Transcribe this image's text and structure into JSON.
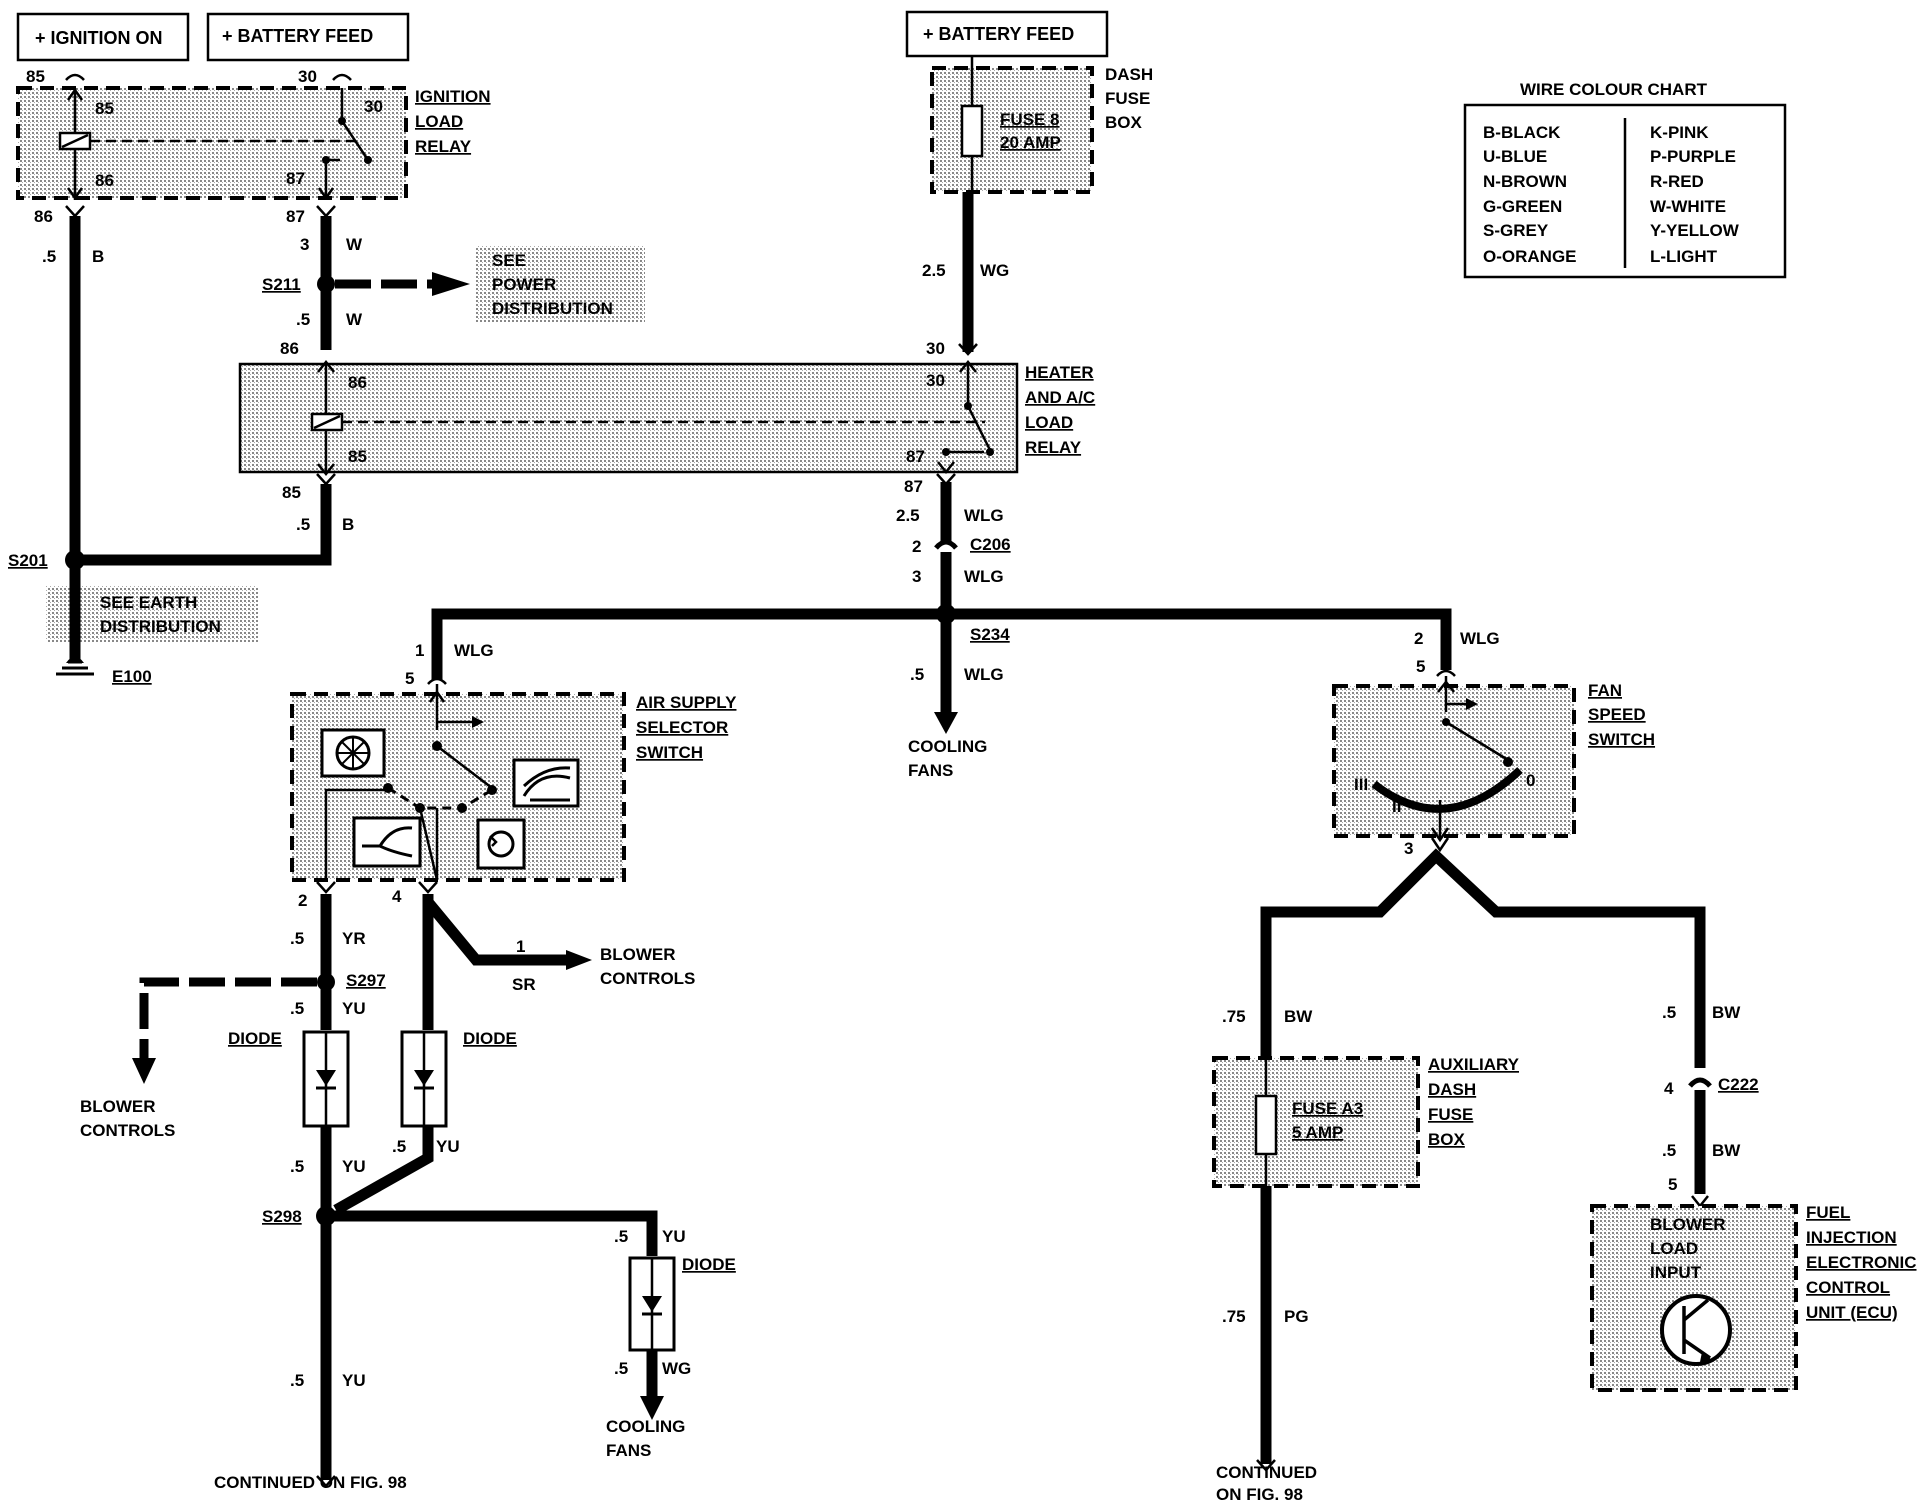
{
  "feeds": {
    "ignition_on": "+ IGNITION ON",
    "battery_feed_1": "+ BATTERY FEED",
    "battery_feed_2": "+ BATTERY FEED"
  },
  "ignition_relay": {
    "name": [
      "IGNITION",
      "LOAD",
      "RELAY"
    ],
    "pins": {
      "p85_top": "85",
      "p30_top": "30",
      "p85_in": "85",
      "p30_in": "30",
      "p86_in": "86",
      "p87_in": "87",
      "p86_bot": "86",
      "p87_bot": "87"
    }
  },
  "dash_fuse": {
    "name": [
      "DASH",
      "FUSE",
      "BOX"
    ],
    "fuse": [
      "FUSE 8",
      "20 AMP"
    ]
  },
  "wire_chart": {
    "title": "WIRE COLOUR CHART",
    "left": [
      "B-BLACK",
      "U-BLUE",
      "N-BROWN",
      "G-GREEN",
      "S-GREY",
      "O-ORANGE"
    ],
    "right": [
      "K-PINK",
      "P-PURPLE",
      "R-RED",
      "W-WHITE",
      "Y-YELLOW",
      "L-LIGHT"
    ]
  },
  "heater_relay": {
    "name": [
      "HEATER",
      "AND A/C",
      "LOAD",
      "RELAY"
    ],
    "pins": {
      "p86_top": "86",
      "p86_in": "86",
      "p30_top": "30",
      "p30_in": "30",
      "p85_in": "85",
      "p87_in": "87",
      "p85_bot": "85",
      "p87_bot": "87"
    }
  },
  "wires": {
    "w1_size": ".5",
    "w1_col": "B",
    "w2_pin": "3",
    "w2_col": "W",
    "w3_size": ".5",
    "w3_col": "W",
    "w4_size": "2.5",
    "w4_col": "WG",
    "w5_size": ".5",
    "w5_col": "B",
    "w6_size": "2.5",
    "w6_col": "WLG",
    "w7_pin": "2",
    "w8_pin": "3",
    "w8_col": "WLG",
    "w9_pin": "1",
    "w9_col": "WLG",
    "w9_p5": "5",
    "w10_size": ".5",
    "w10_col": "WLG",
    "w11_pin": "2",
    "w11_col": "WLG",
    "w11_p5": "5",
    "asw_p2": "2",
    "asw_p4": "4",
    "w12_size": ".5",
    "w12_col": "YR",
    "w13_size": ".5",
    "w13_col": "YU",
    "w14_size": ".5",
    "w14_col": "YU",
    "w15_size": ".5",
    "w15_col": "YU",
    "w16_size": ".5",
    "w16_col": "YU",
    "w17_size": ".5",
    "w17_col": "YU",
    "w18_size": ".5",
    "w18_col": "WG",
    "w19_pin": "1",
    "w19_col": "SR",
    "fan_p3": "3",
    "w20_size": ".75",
    "w20_col": "BW",
    "w21_size": ".5",
    "w21_col": "BW",
    "w22_pin": "4",
    "w23_size": ".5",
    "w23_col": "BW",
    "w23_p5": "5",
    "w24_size": ".75",
    "w24_col": "PG"
  },
  "splices": {
    "s211": "S211",
    "s201": "S201",
    "c206": "C206",
    "s234": "S234",
    "s297": "S297",
    "s298": "S298",
    "c222": "C222"
  },
  "refs": {
    "power": [
      "SEE",
      "POWER",
      "DISTRIBUTION"
    ],
    "earth": [
      "SEE EARTH",
      "DISTRIBUTION"
    ],
    "e100": "E100"
  },
  "air_switch": {
    "name": [
      "AIR SUPPLY",
      "SELECTOR",
      "SWITCH"
    ]
  },
  "fan_switch": {
    "name": [
      "FAN",
      "SPEED",
      "SWITCH"
    ],
    "pos_iii": "III",
    "pos_ii": "II",
    "pos_0": "0"
  },
  "aux_fuse": {
    "name": [
      "AUXILIARY",
      "DASH",
      "FUSE",
      "BOX"
    ],
    "fuse": [
      "FUSE A3",
      "5 AMP"
    ]
  },
  "ecu": {
    "name": [
      "FUEL",
      "INJECTION",
      "ELECTRONIC",
      "CONTROL",
      "UNIT (ECU)"
    ],
    "inside": [
      "BLOWER",
      "LOAD",
      "INPUT"
    ]
  },
  "labels": {
    "cooling_fans_1": [
      "COOLING",
      "FANS"
    ],
    "cooling_fans_2": [
      "COOLING",
      "FANS"
    ],
    "blower_1": [
      "BLOWER",
      "CONTROLS"
    ],
    "blower_2": [
      "BLOWER",
      "CONTROLS"
    ],
    "diode_1": "DIODE",
    "diode_2": "DIODE",
    "diode_3": "DIODE",
    "continued_1": "CONTINUED ON FIG. 98",
    "continued_2": [
      "CONTINUED",
      "ON FIG. 98"
    ]
  }
}
